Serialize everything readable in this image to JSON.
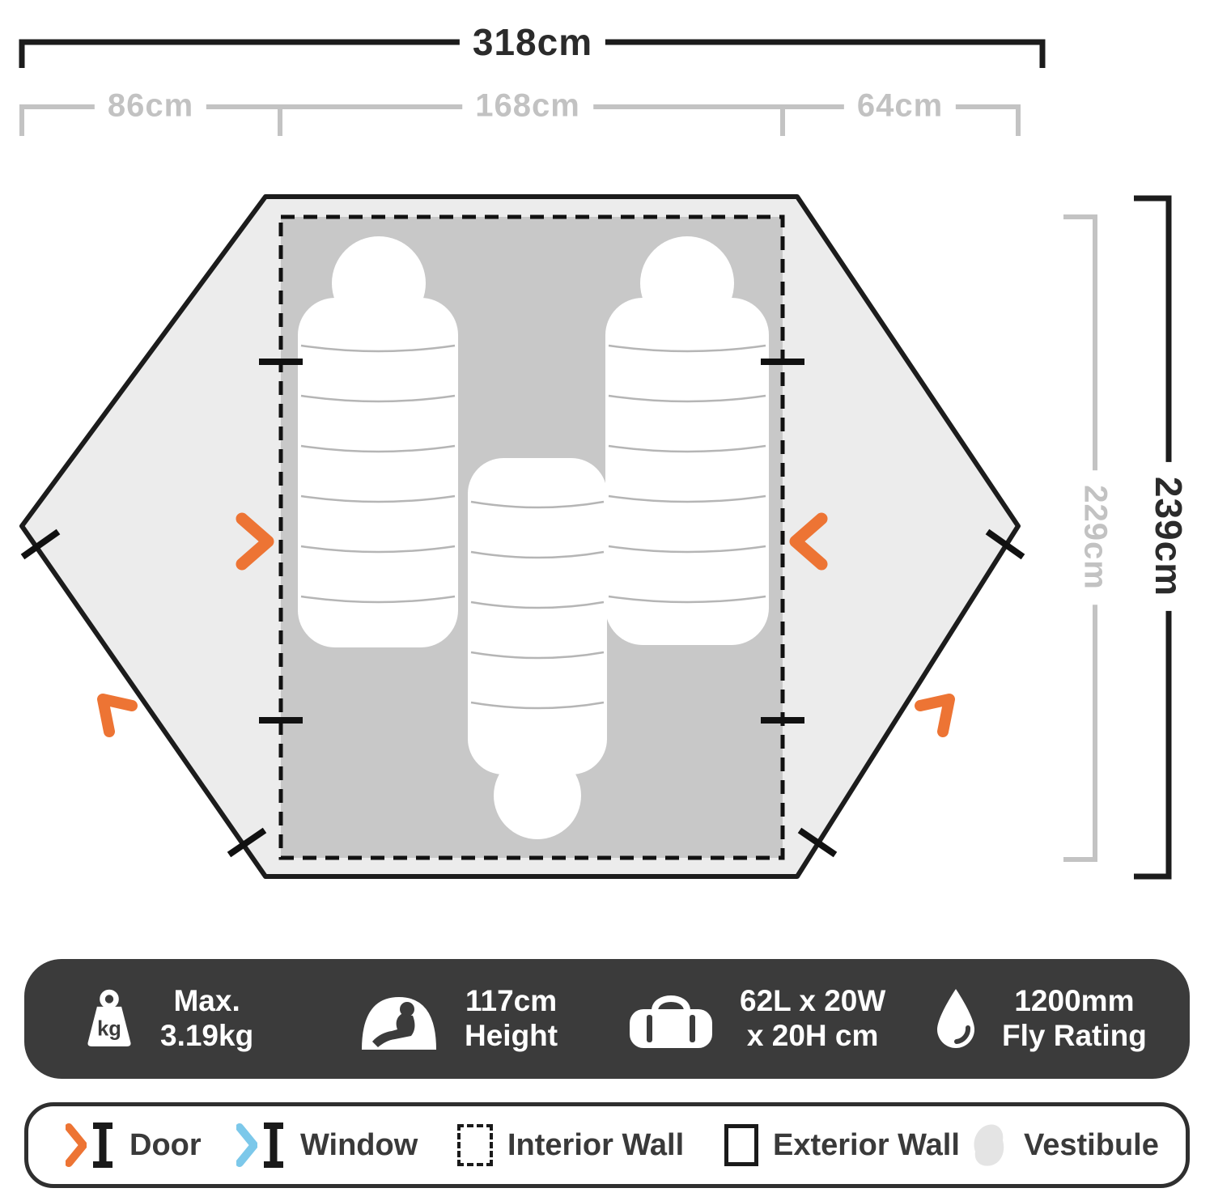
{
  "dimensions": {
    "top_total": "318cm",
    "left_vestibule_width": "86cm",
    "inner_width": "168cm",
    "right_vestibule_width": "64cm",
    "inner_depth": "229cm",
    "total_depth": "239cm"
  },
  "spec_bar": {
    "items": [
      {
        "icon": "weight-icon",
        "icon_label": "kg",
        "line1": "Max.",
        "line2": "3.19kg"
      },
      {
        "icon": "height-icon",
        "line1": "117cm",
        "line2": "Height"
      },
      {
        "icon": "packed-size-icon",
        "line1": "62L x 20W",
        "line2": "x 20H cm"
      },
      {
        "icon": "water-drop-icon",
        "line1": "1200mm",
        "line2": "Fly Rating"
      }
    ]
  },
  "legend": {
    "items": [
      {
        "icon": "door-icon",
        "label": "Door"
      },
      {
        "icon": "window-icon",
        "label": "Window"
      },
      {
        "icon": "interior-wall-icon",
        "label": "Interior Wall"
      },
      {
        "icon": "exterior-wall-icon",
        "label": "Exterior Wall"
      },
      {
        "icon": "vestibule-icon",
        "label": "Vestibule"
      }
    ]
  },
  "colors": {
    "accent_orange": "#ed7434",
    "accent_blue": "#7cc8ea",
    "dark_bar": "#3b3b3b",
    "outer_floor": "#ececec",
    "inner_floor": "#c8c8c8",
    "dim_gray": "#c3c3c3",
    "dim_black": "#1c1c1c"
  }
}
